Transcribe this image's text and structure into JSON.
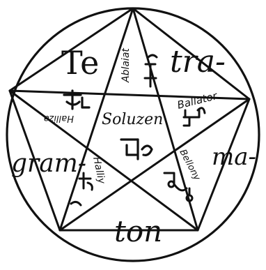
{
  "outer_words": {
    "te": "Te",
    "tra": "tra-",
    "gram": "gram-",
    "ma": "ma-",
    "ton": "ton"
  },
  "center_word": "Soluzen",
  "point_names": {
    "top": "Ablaiat",
    "right": "Ballator",
    "lower_right": "Bellony",
    "lower_left": "Halliy",
    "left": "Halliza"
  },
  "colors": {
    "ink": "#111111",
    "paper": "#ffffff"
  },
  "icons": [
    "pentagram-glyph",
    "sigil-glyph"
  ]
}
